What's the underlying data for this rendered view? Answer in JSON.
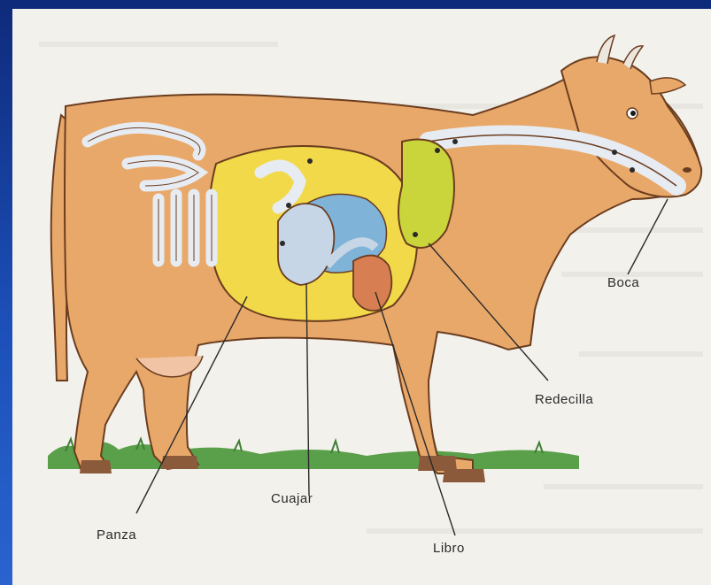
{
  "labels": {
    "boca": "Boca",
    "redecilla": "Redecilla",
    "cuajar": "Cuajar",
    "panza": "Panza",
    "libro": "Libro"
  },
  "colors": {
    "background_frame": "#1c4fb8",
    "panel": "#f3f1ec",
    "cow_body": "#e8a86a",
    "cow_outline": "#6b3d1f",
    "panza": "#f2d94a",
    "redecilla": "#c9d53a",
    "cuajar": "#c7d6e6",
    "libro": "#d77e52",
    "stomach_blue": "#7fb3d8",
    "intestine": "#e7ebf2",
    "grass": "#5aa04a",
    "hoof": "#8a5a3a"
  }
}
